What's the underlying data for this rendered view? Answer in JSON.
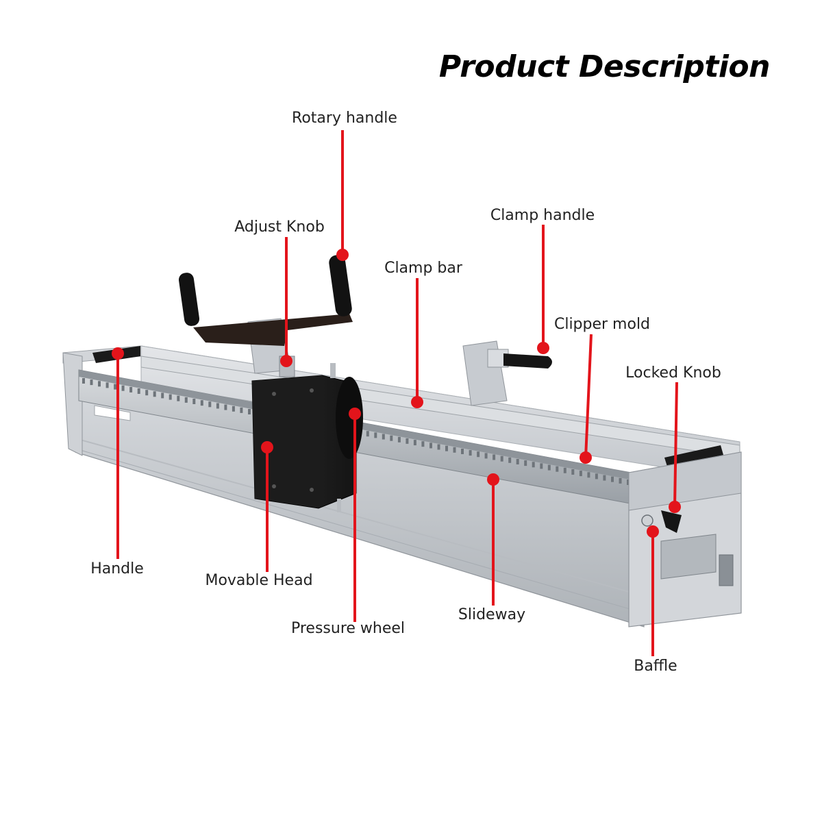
{
  "heading": "Product Description",
  "colors": {
    "callout": "#e3141b",
    "frame": "#c9ccd0",
    "frame_dark": "#9ea3a8",
    "head": "#202020",
    "handle": "#151515",
    "rail": "#b7bcc2"
  },
  "callouts": [
    {
      "id": "rotary-handle",
      "label": "Rotary handle"
    },
    {
      "id": "adjust-knob",
      "label": "Adjust Knob"
    },
    {
      "id": "clamp-handle",
      "label": "Clamp handle"
    },
    {
      "id": "clamp-bar",
      "label": "Clamp bar"
    },
    {
      "id": "clipper-mold",
      "label": "Clipper mold"
    },
    {
      "id": "locked-knob",
      "label": "Locked Knob"
    },
    {
      "id": "handle",
      "label": "Handle"
    },
    {
      "id": "movable-head",
      "label": "Movable Head"
    },
    {
      "id": "pressure-wheel",
      "label": "Pressure wheel"
    },
    {
      "id": "slideway",
      "label": "Slideway"
    },
    {
      "id": "baffle",
      "label": "Baffle"
    }
  ]
}
